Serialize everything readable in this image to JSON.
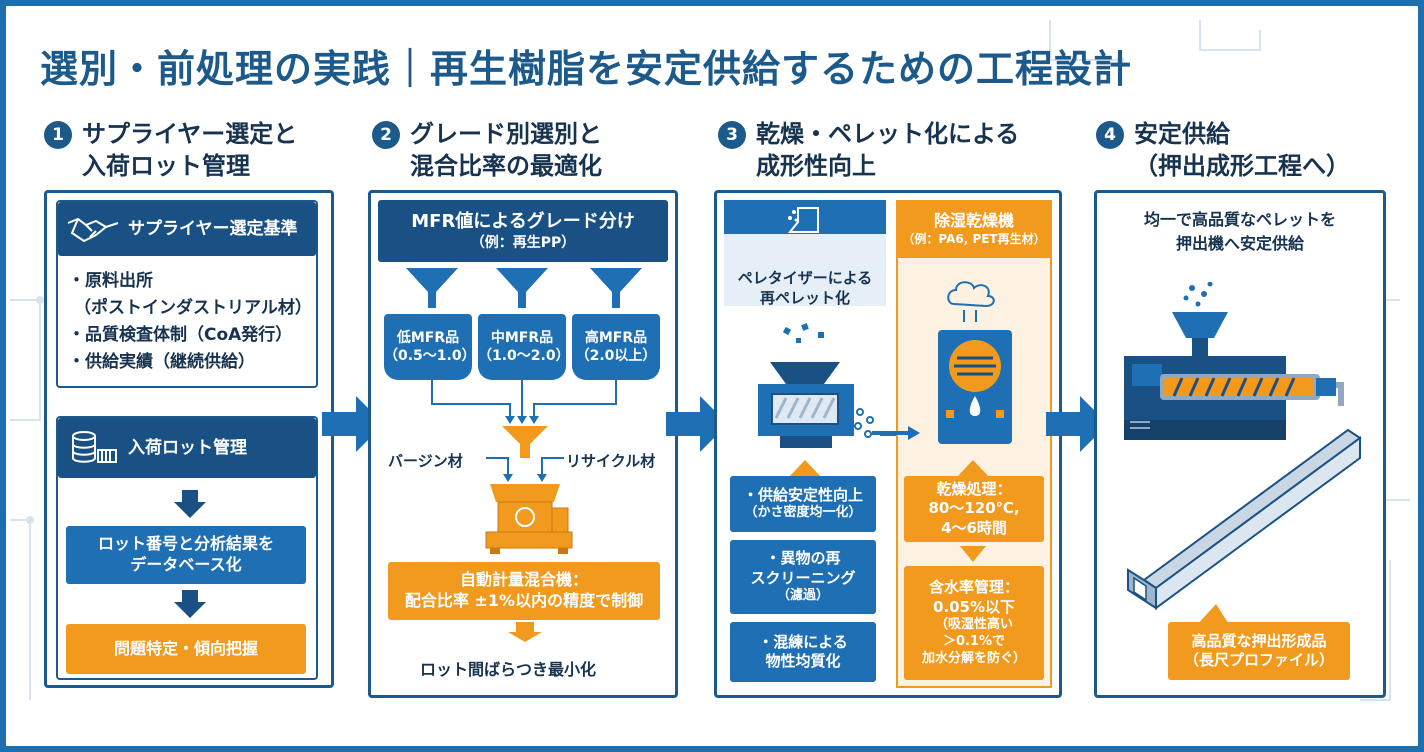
{
  "title": "選別・前処理の実践｜再生樹脂を安定供給するための工程設計",
  "steps": [
    {
      "num": "1",
      "line1": "サプライヤー選定と",
      "line2": "入荷ロット管理"
    },
    {
      "num": "2",
      "line1": "グレード別選別と",
      "line2": "混合比率の最適化"
    },
    {
      "num": "3",
      "line1": "乾燥・ペレット化による",
      "line2": "成形性向上"
    },
    {
      "num": "4",
      "line1": "安定供給",
      "line2": "（押出成形工程へ）"
    }
  ],
  "step1": {
    "criteria_title": "サプライヤー選定基準",
    "criteria": [
      "・原料出所",
      "（ポストインダストリアル材）",
      "・品質検査体制（CoA発行）",
      "・供給実績（継続供給）"
    ],
    "lot_title": "入荷ロット管理",
    "lot_db": "ロット番号と分析結果を",
    "lot_db2": "データベース化",
    "lot_issue": "問題特定・傾向把握"
  },
  "step2": {
    "grade_title": "MFR値によるグレード分け",
    "grade_sub": "（例：再生PP）",
    "bins": [
      {
        "name": "低MFR品",
        "range": "（0.5～1.0）"
      },
      {
        "name": "中MFR品",
        "range": "（1.0～2.0）"
      },
      {
        "name": "高MFR品",
        "range": "（2.0以上）"
      }
    ],
    "virgin": "バージン材",
    "recycle": "リサイクル材",
    "mixer_title": "自動計量混合機：",
    "mixer_desc": "配合比率 ±1%以内の精度で制御",
    "result": "ロット間ばらつき最小化"
  },
  "step3": {
    "pelletizer_line1": "ペレタイザーによる",
    "pelletizer_line2": "再ペレット化",
    "benefits": [
      {
        "l1": "・供給安定性向上",
        "l2": "（かさ密度均一化）"
      },
      {
        "l1": "・異物の再",
        "l2": "スクリーニング",
        "l3": "（濾過）"
      },
      {
        "l1": "・混練による",
        "l2": "物性均質化"
      }
    ],
    "dryer_title": "除湿乾燥機",
    "dryer_sub": "（例：PA6, PET再生材）",
    "dry_process_l1": "乾燥処理：",
    "dry_process_l2": "80～120℃,",
    "dry_process_l3": "4～6時間",
    "moisture_l1": "含水率管理：",
    "moisture_l2": "0.05%以下",
    "moisture_l3": "（吸湿性高い",
    "moisture_l4": "＞0.1%で",
    "moisture_l5": "加水分解を防ぐ）"
  },
  "step4": {
    "desc_l1": "均一で高品質なペレットを",
    "desc_l2": "押出機へ安定供給",
    "product_l1": "高品質な押出形成品",
    "product_l2": "（長尺プロファイル）"
  },
  "colors": {
    "navy": "#1a5184",
    "blue": "#1e6fb3",
    "orange": "#f29a1d",
    "title": "#1d5a8c"
  }
}
